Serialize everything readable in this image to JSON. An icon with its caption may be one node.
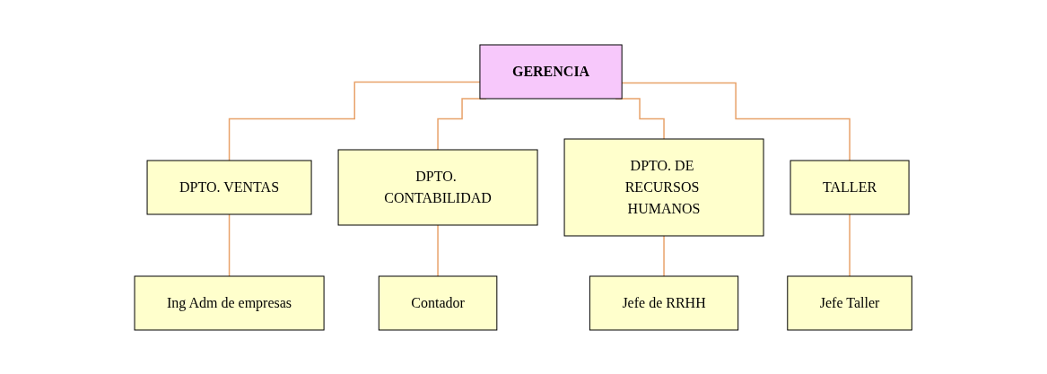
{
  "diagram": {
    "nodes": [
      {
        "text": [
          "GERENCIA"
        ]
      },
      {
        "text": [
          "DPTO. VENTAS"
        ]
      },
      {
        "text": [
          "DPTO. CONTABILIDAD"
        ]
      },
      {
        "text": [
          "DPTO. DE RECURSOS HUMANOS"
        ]
      },
      {
        "text": [
          "TALLER"
        ]
      },
      {
        "text": [
          "Ing Adm de empresas"
        ]
      },
      {
        "text": [
          "Contador"
        ]
      },
      {
        "text": [
          "Jefe de RRHH"
        ]
      },
      {
        "text": [
          "Jefe Taller"
        ]
      }
    ],
    "edges": [
      {
        "from": 0,
        "to": 1,
        "arrow": "none"
      },
      {
        "from": 0,
        "to": 2,
        "arrow": "none"
      },
      {
        "from": 0,
        "to": 3,
        "arrow": "none"
      },
      {
        "from": 0,
        "to": 4,
        "arrow": "none"
      },
      {
        "from": 1,
        "to": 5,
        "arrow": "none"
      },
      {
        "from": 2,
        "to": 6,
        "arrow": "none"
      },
      {
        "from": 3,
        "to": 7,
        "arrow": "none"
      },
      {
        "from": 4,
        "to": 8,
        "arrow": "none"
      }
    ]
  }
}
